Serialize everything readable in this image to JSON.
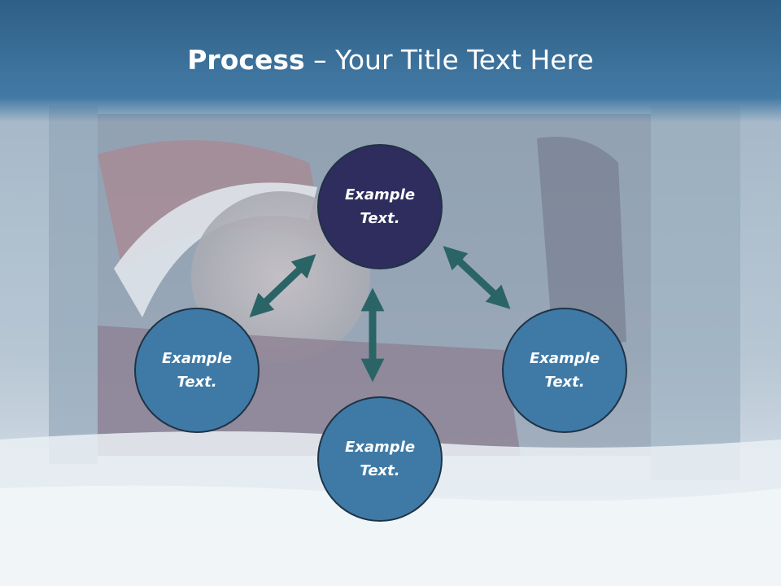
{
  "slide": {
    "title_bold": "Process",
    "title_dash": " – ",
    "title_rest": "Your Title Text Here"
  },
  "diagram": {
    "nodes": [
      {
        "id": "top",
        "label": "Example Text.",
        "color": "#2e2d5e"
      },
      {
        "id": "left",
        "label": "Example Text.",
        "color": "#3f7aa6"
      },
      {
        "id": "bottom",
        "label": "Example Text.",
        "color": "#3f7aa6"
      },
      {
        "id": "right",
        "label": "Example Text.",
        "color": "#3f7aa6"
      }
    ],
    "arrow_color": "#2b6466",
    "header_color": "#3d77a3"
  }
}
